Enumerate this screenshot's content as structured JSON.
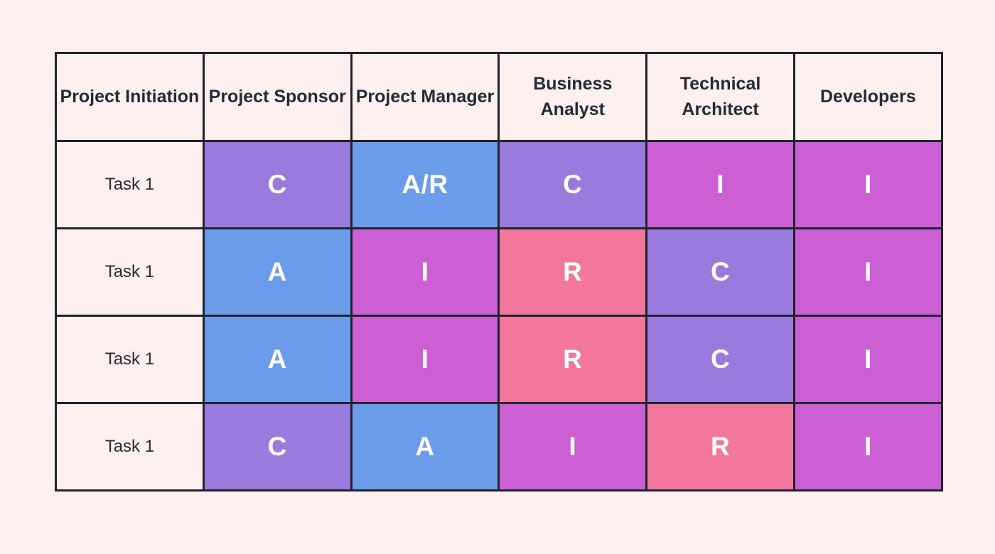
{
  "page": {
    "background": "#fdf0ee"
  },
  "palette": {
    "purple": "#9a7adc",
    "blue": "#6b9ce9",
    "magenta": "#cb5fd3",
    "pink": "#f3769d",
    "cell_bg": "#fdf0ee",
    "border": "#20232f",
    "header_text": "#252a37",
    "role_text": "#ffffff"
  },
  "table": {
    "headers": [
      "Project Initiation",
      "Project Sponsor",
      "Project Manager",
      "Business Analyst",
      "Technical Architect",
      "Developers"
    ],
    "rows": [
      {
        "task": "Task 1",
        "cells": [
          {
            "label": "C",
            "color": "purple"
          },
          {
            "label": "A/R",
            "color": "blue"
          },
          {
            "label": "C",
            "color": "purple"
          },
          {
            "label": "I",
            "color": "magenta"
          },
          {
            "label": "I",
            "color": "magenta"
          }
        ]
      },
      {
        "task": "Task 1",
        "cells": [
          {
            "label": "A",
            "color": "blue"
          },
          {
            "label": "I",
            "color": "magenta"
          },
          {
            "label": "R",
            "color": "pink"
          },
          {
            "label": "C",
            "color": "purple"
          },
          {
            "label": "I",
            "color": "magenta"
          }
        ]
      },
      {
        "task": "Task 1",
        "cells": [
          {
            "label": "A",
            "color": "blue"
          },
          {
            "label": "I",
            "color": "magenta"
          },
          {
            "label": "R",
            "color": "pink"
          },
          {
            "label": "C",
            "color": "purple"
          },
          {
            "label": "I",
            "color": "magenta"
          }
        ]
      },
      {
        "task": "Task 1",
        "cells": [
          {
            "label": "C",
            "color": "purple"
          },
          {
            "label": "A",
            "color": "blue"
          },
          {
            "label": "I",
            "color": "magenta"
          },
          {
            "label": "R",
            "color": "pink"
          },
          {
            "label": "I",
            "color": "magenta"
          }
        ]
      }
    ]
  }
}
